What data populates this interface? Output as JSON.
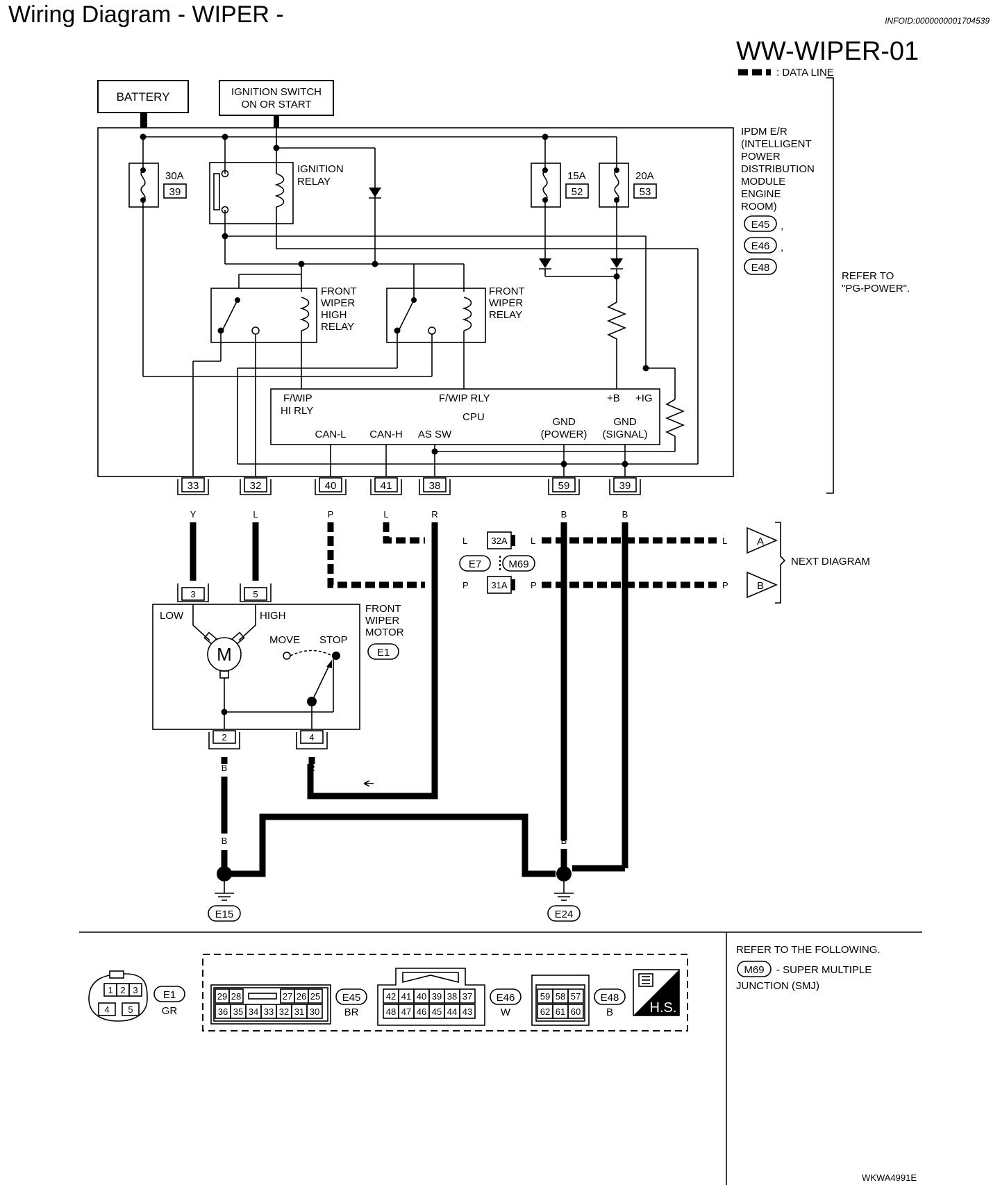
{
  "page": {
    "title": "Wiring Diagram - WIPER -",
    "info_id": "INFOID:0000000001704539",
    "diagram_code": "WW-WIPER-01",
    "legend_text": ": DATA LINE",
    "figure_id": "WKWA4991E"
  },
  "power": {
    "battery": "BATTERY",
    "ignition_line1": "IGNITION SWITCH",
    "ignition_line2": "ON OR START"
  },
  "ipdm": {
    "title_lines": [
      "IPDM E/R",
      "(INTELLIGENT",
      "POWER",
      "DISTRIBUTION",
      "MODULE",
      "ENGINE",
      "ROOM)"
    ],
    "connectors": [
      "E45",
      "E46",
      "E48"
    ],
    "refer_line1": "REFER TO",
    "refer_line2": "\"PG-POWER\"."
  },
  "fuses": [
    {
      "amps": "30A",
      "number": "39"
    },
    {
      "amps": "15A",
      "number": "52"
    },
    {
      "amps": "20A",
      "number": "53"
    }
  ],
  "relays": {
    "ignition": [
      "IGNITION",
      "RELAY"
    ],
    "high": [
      "FRONT",
      "WIPER",
      "HIGH",
      "RELAY"
    ],
    "wiper": [
      "FRONT",
      "WIPER",
      "RELAY"
    ]
  },
  "cpu": {
    "fwip_hi_rly_1": "F/WIP",
    "fwip_hi_rly_2": "HI RLY",
    "fwip_rly": "F/WIP RLY",
    "cpu": "CPU",
    "plus_b": "+B",
    "plus_ig": "+IG",
    "gnd": "GND",
    "power": "(POWER)",
    "signal": "(SIGNAL)",
    "can_l": "CAN-L",
    "can_h": "CAN-H",
    "as_sw": "AS SW"
  },
  "terminals": [
    {
      "pin": "33",
      "color": "Y"
    },
    {
      "pin": "32",
      "color": "L"
    },
    {
      "pin": "40",
      "color": "P"
    },
    {
      "pin": "41",
      "color": "L"
    },
    {
      "pin": "38",
      "color": "R"
    },
    {
      "pin": "59",
      "color": "B"
    },
    {
      "pin": "39",
      "color": "B"
    }
  ],
  "joint": {
    "pin_a": "32A",
    "pin_b": "31A",
    "conn_1": "E7",
    "conn_2": "M69",
    "line_a_color": "L",
    "line_b_color": "P",
    "arrow_a": "A",
    "arrow_b": "B",
    "next": "NEXT DIAGRAM"
  },
  "motor": {
    "title_lines": [
      "FRONT",
      "WIPER",
      "MOTOR"
    ],
    "connector": "E1",
    "pin_low": "3",
    "pin_high": "5",
    "pin_ground": "2",
    "pin_stop": "4",
    "low": "LOW",
    "high": "HIGH",
    "move": "MOVE",
    "stop": "STOP",
    "m": "M",
    "ground_color": "B",
    "stop_color": "R"
  },
  "grounds": {
    "e15": "E15",
    "e24": "E24",
    "wire_colors": [
      "B",
      "B",
      "B",
      "B",
      "B"
    ]
  },
  "connector_views": {
    "e1": {
      "id": "E1",
      "color": "GR",
      "top": [
        "1",
        "2",
        "3"
      ],
      "bottom": [
        "4",
        "5"
      ]
    },
    "e45": {
      "id": "E45",
      "color": "BR",
      "top": [
        "29",
        "28",
        "27",
        "26",
        "25"
      ],
      "bottom": [
        "36",
        "35",
        "34",
        "33",
        "32",
        "31",
        "30"
      ]
    },
    "e46": {
      "id": "E46",
      "color": "W",
      "top": [
        "42",
        "41",
        "40",
        "39",
        "38",
        "37"
      ],
      "bottom": [
        "48",
        "47",
        "46",
        "45",
        "44",
        "43"
      ]
    },
    "e48": {
      "id": "E48",
      "color": "B",
      "top": [
        "59",
        "58",
        "57"
      ],
      "bottom": [
        "62",
        "61",
        "60"
      ]
    },
    "hs": "H.S."
  },
  "refer_box": {
    "line1": "REFER TO THE FOLLOWING.",
    "conn": "M69",
    "desc": "- SUPER MULTIPLE",
    "desc2": "JUNCTION (SMJ)"
  }
}
